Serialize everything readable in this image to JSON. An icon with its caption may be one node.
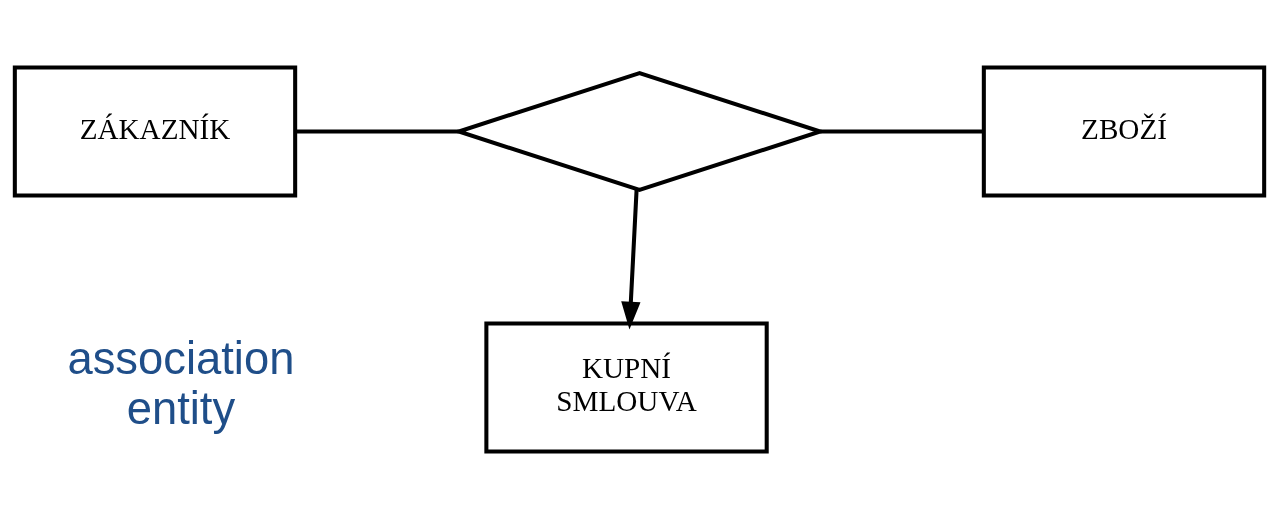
{
  "diagram": {
    "nodes": [
      {
        "text": [
          "ZÁKAZNÍK"
        ]
      },
      {
        "text": [],
        "shape": "diamond"
      },
      {
        "text": [
          "ZBOŽÍ"
        ]
      },
      {
        "text": [
          "KUPNÍ SMLOUVA"
        ]
      }
    ],
    "edges": [
      {
        "from": 0,
        "to": 1,
        "arrow": "none"
      },
      {
        "from": 1,
        "to": 2,
        "arrow": "none"
      },
      {
        "from": 1,
        "to": 3,
        "arrow": "to"
      }
    ],
    "labels": [
      "association entity"
    ]
  }
}
